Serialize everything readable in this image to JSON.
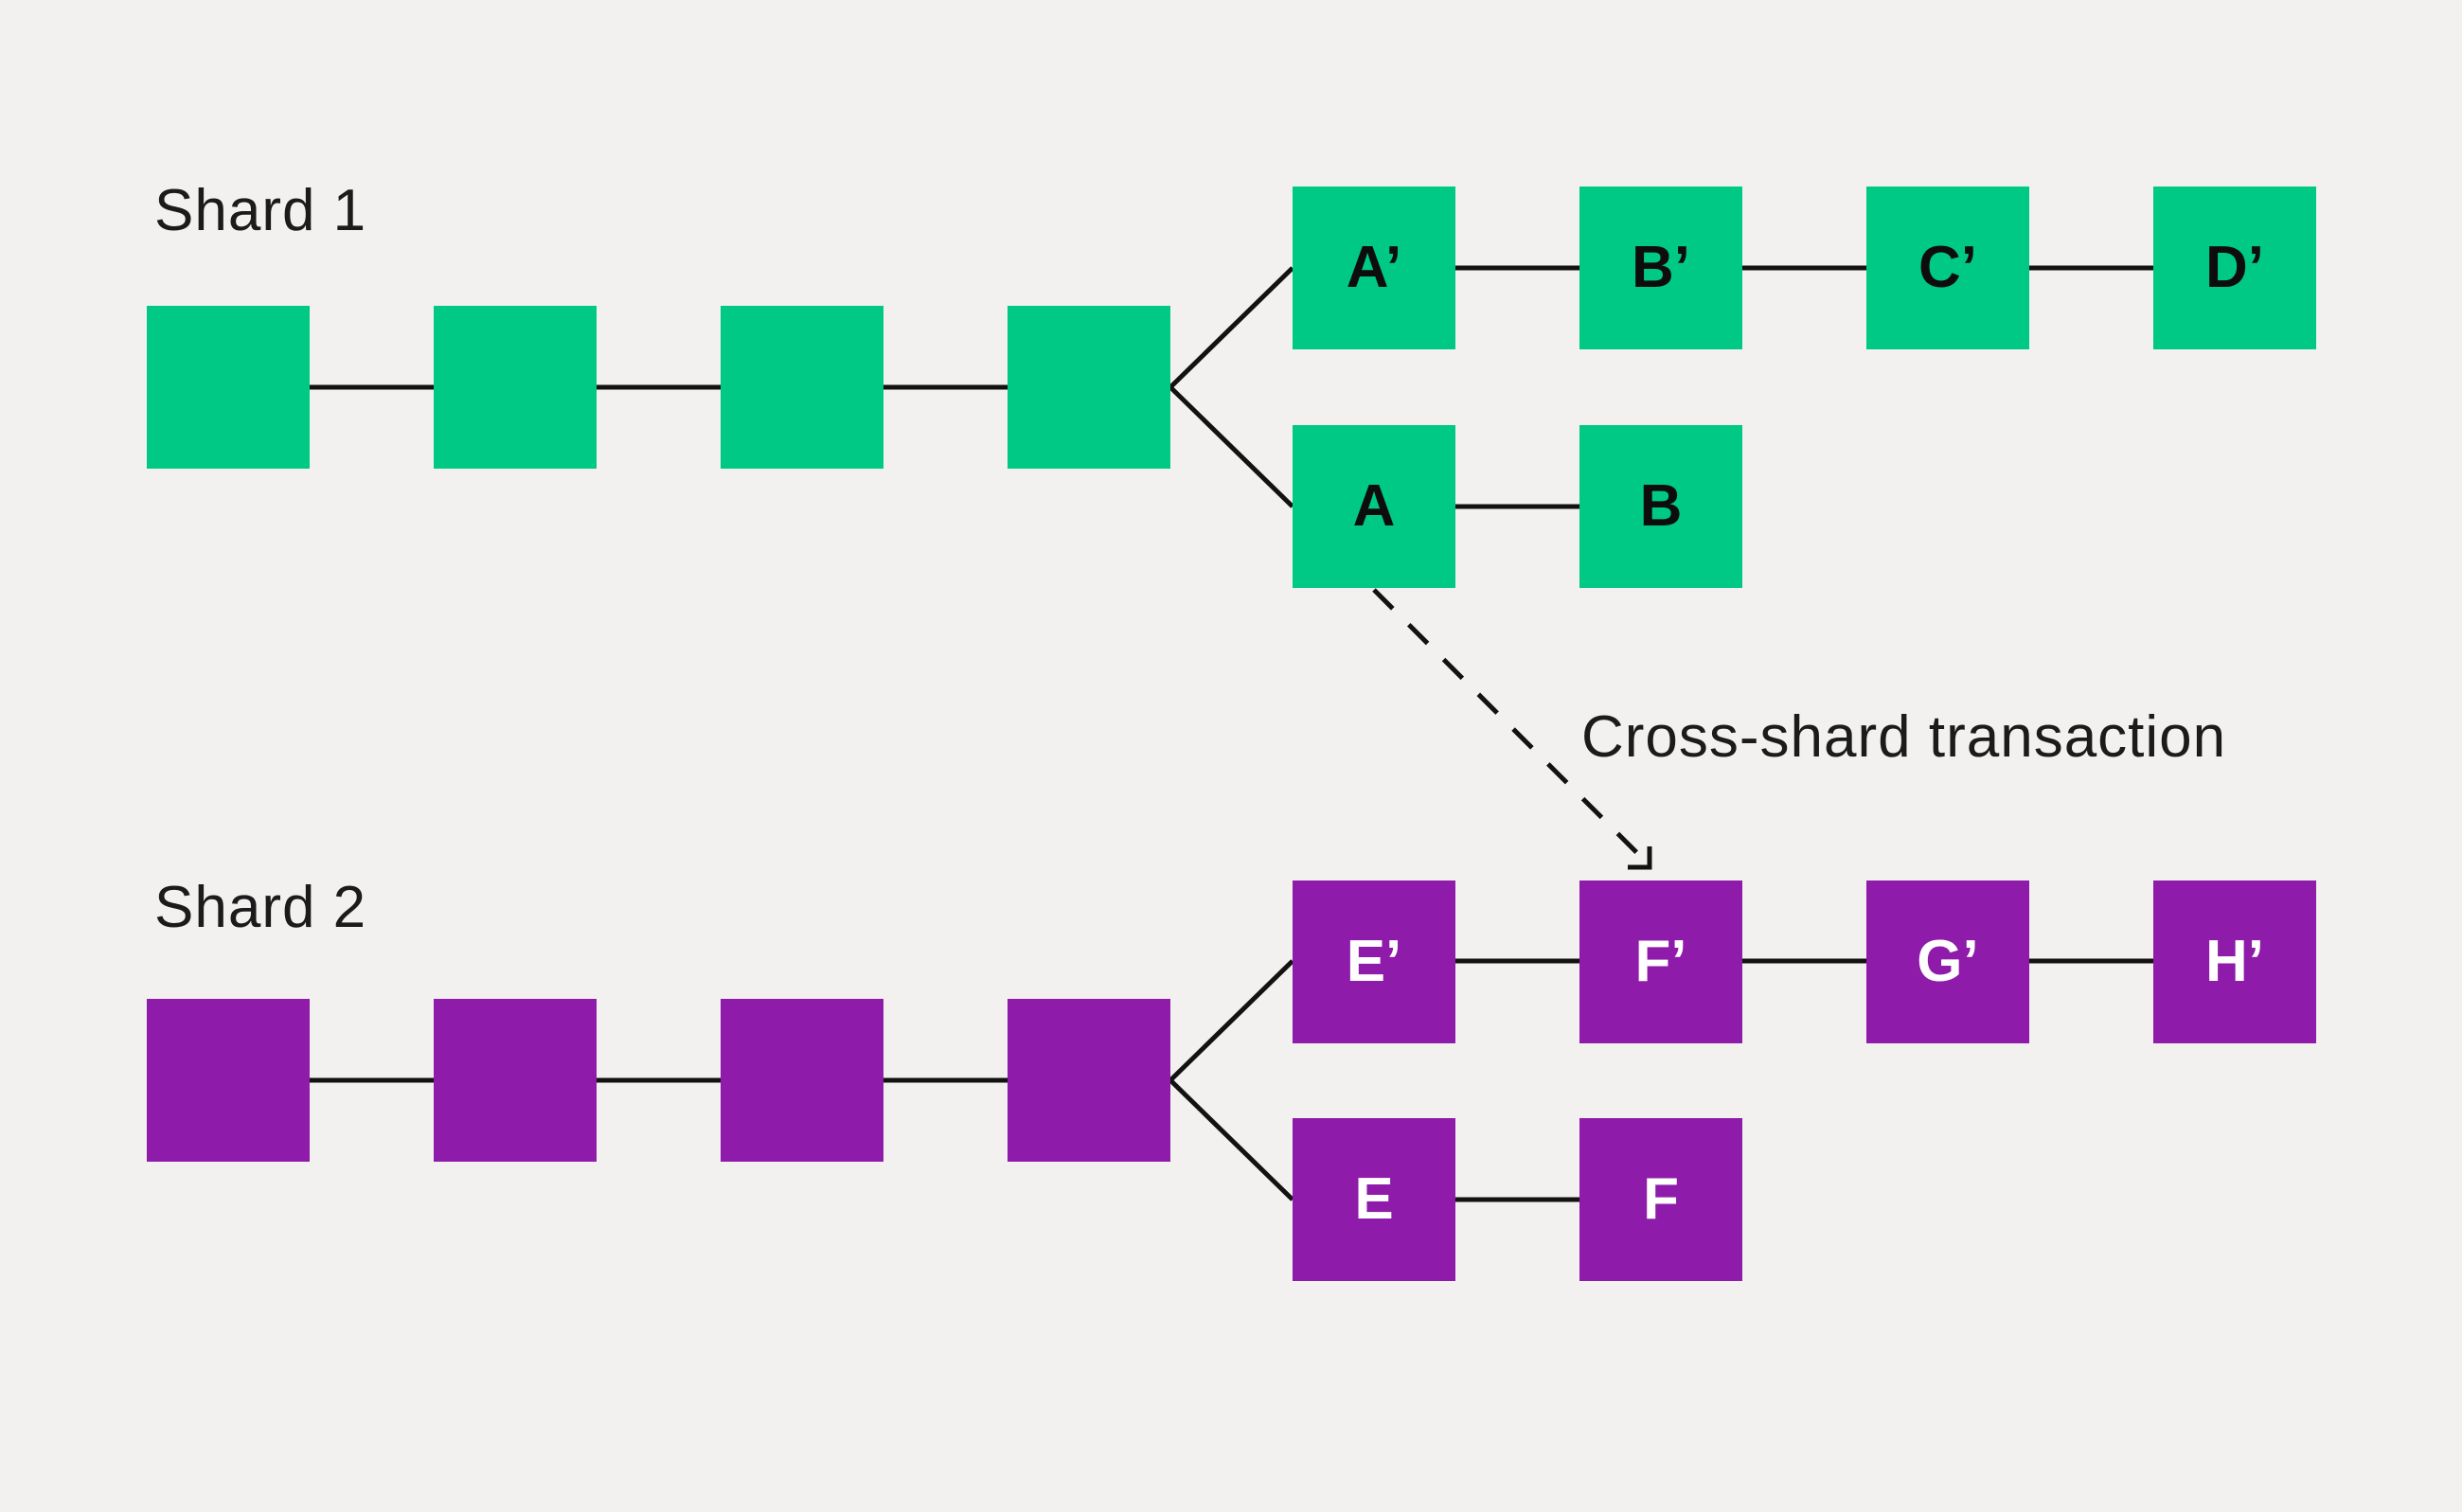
{
  "colors": {
    "bg": "#f2f1ef",
    "shard1_block": "#00c985",
    "shard2_block": "#8e1ba9",
    "line": "#121212",
    "heading_text": "#1b1b1b",
    "shard1_block_text": "#0d0d0d",
    "shard2_block_text": "#ffffff"
  },
  "shard1": {
    "label": "Shard 1",
    "main_chain_blocks": 4,
    "fork_upper_labels": [
      "A’",
      "B’",
      "C’",
      "D’"
    ],
    "fork_lower_labels": [
      "A",
      "B"
    ]
  },
  "shard2": {
    "label": "Shard 2",
    "main_chain_blocks": 4,
    "fork_upper_labels": [
      "E’",
      "F’",
      "G’",
      "H’"
    ],
    "fork_lower_labels": [
      "E",
      "F"
    ]
  },
  "annotation": {
    "cross_shard_label": "Cross-shard transaction"
  }
}
